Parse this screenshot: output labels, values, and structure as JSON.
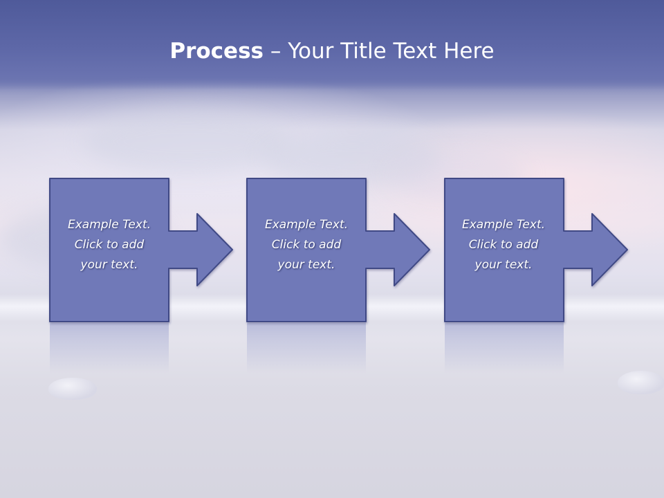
{
  "slide": {
    "title_bold": "Process",
    "title_rest": " – Your Title Text Here"
  },
  "steps": [
    {
      "line1": "Example Text.",
      "line2": "Click  to add",
      "line3": "your text."
    },
    {
      "line1": "Example Text.",
      "line2": "Click  to add",
      "line3": "your text."
    },
    {
      "line1": "Example Text.",
      "line2": "Click  to add",
      "line3": "your text."
    }
  ],
  "colors": {
    "shape_fill": "#7079b8",
    "shape_border": "#3f4a85",
    "title_bar": "#5a65a6",
    "text": "#ffffff"
  }
}
